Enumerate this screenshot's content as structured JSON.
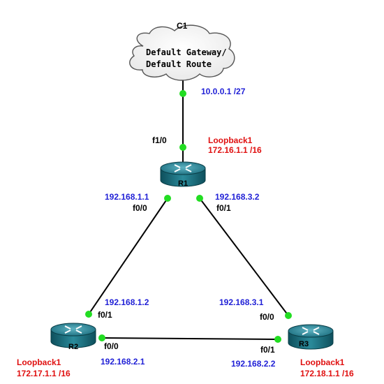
{
  "cloud": {
    "name": "C1",
    "line1": "Default Gateway/",
    "line2": "Default Route"
  },
  "links": {
    "cloud_r1": {
      "ip": "10.0.0.1 /27",
      "r1_if": "f1/0"
    },
    "r1_r2": {
      "r1_ip": "192.168.1.1",
      "r1_if": "f0/0",
      "r2_ip": "192.168.1.2",
      "r2_if": "f0/1"
    },
    "r1_r3": {
      "r1_ip": "192.168.3.2",
      "r1_if": "f0/1",
      "r3_ip": "192.168.3.1",
      "r3_if": "f0/0"
    },
    "r2_r3": {
      "r2_if": "f0/0",
      "r2_ip": "192.168.2.1",
      "r3_if": "f0/1",
      "r3_ip": "192.168.2.2"
    }
  },
  "routers": {
    "r1": {
      "name": "R1",
      "loopback_name": "Loopback1",
      "loopback_ip": "172.16.1.1 /16"
    },
    "r2": {
      "name": "R2",
      "loopback_name": "Loopback1",
      "loopback_ip": "172.17.1.1 /16"
    },
    "r3": {
      "name": "R3",
      "loopback_name": "Loopback1",
      "loopback_ip": "172.18.1.1 /16"
    }
  },
  "colors": {
    "link": "#000000",
    "endpoint": "#22dd22",
    "ip_label": "#1f1fd6",
    "loopback_label": "#e01010",
    "router_body": "#1e7a8a"
  }
}
